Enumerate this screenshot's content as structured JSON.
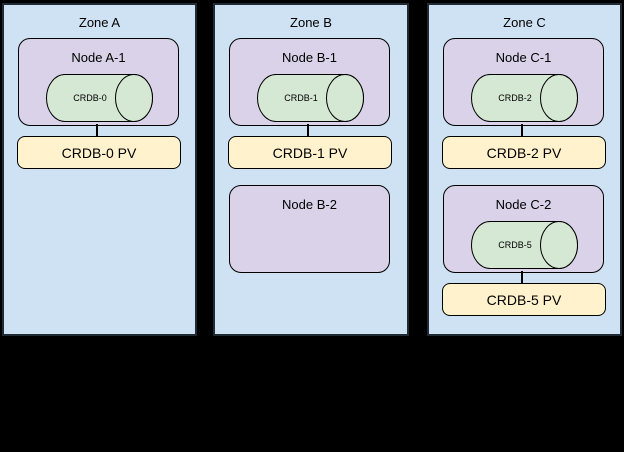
{
  "colors": {
    "background": "#000000",
    "zone_fill": "#cfe2f3",
    "zone_border": "#202a33",
    "node_fill": "#d9d2e9",
    "node_border": "#000000",
    "cylinder_fill": "#d5e8d4",
    "cylinder_border": "#000000",
    "pv_fill": "#fff2cc",
    "pv_border": "#000000",
    "connector": "#000000",
    "text": "#000000"
  },
  "zones": [
    {
      "label": "Zone A",
      "nodes": [
        {
          "label": "Node A-1",
          "cylinder": "CRDB-0",
          "pv": "CRDB-0 PV"
        }
      ]
    },
    {
      "label": "Zone B",
      "nodes": [
        {
          "label": "Node B-1",
          "cylinder": "CRDB-1",
          "pv": "CRDB-1 PV"
        },
        {
          "label": "Node B-2"
        }
      ]
    },
    {
      "label": "Zone C",
      "nodes": [
        {
          "label": "Node C-1",
          "cylinder": "CRDB-2",
          "pv": "CRDB-2 PV"
        },
        {
          "label": "Node C-2",
          "cylinder": "CRDB-5",
          "pv": "CRDB-5 PV"
        }
      ]
    }
  ]
}
